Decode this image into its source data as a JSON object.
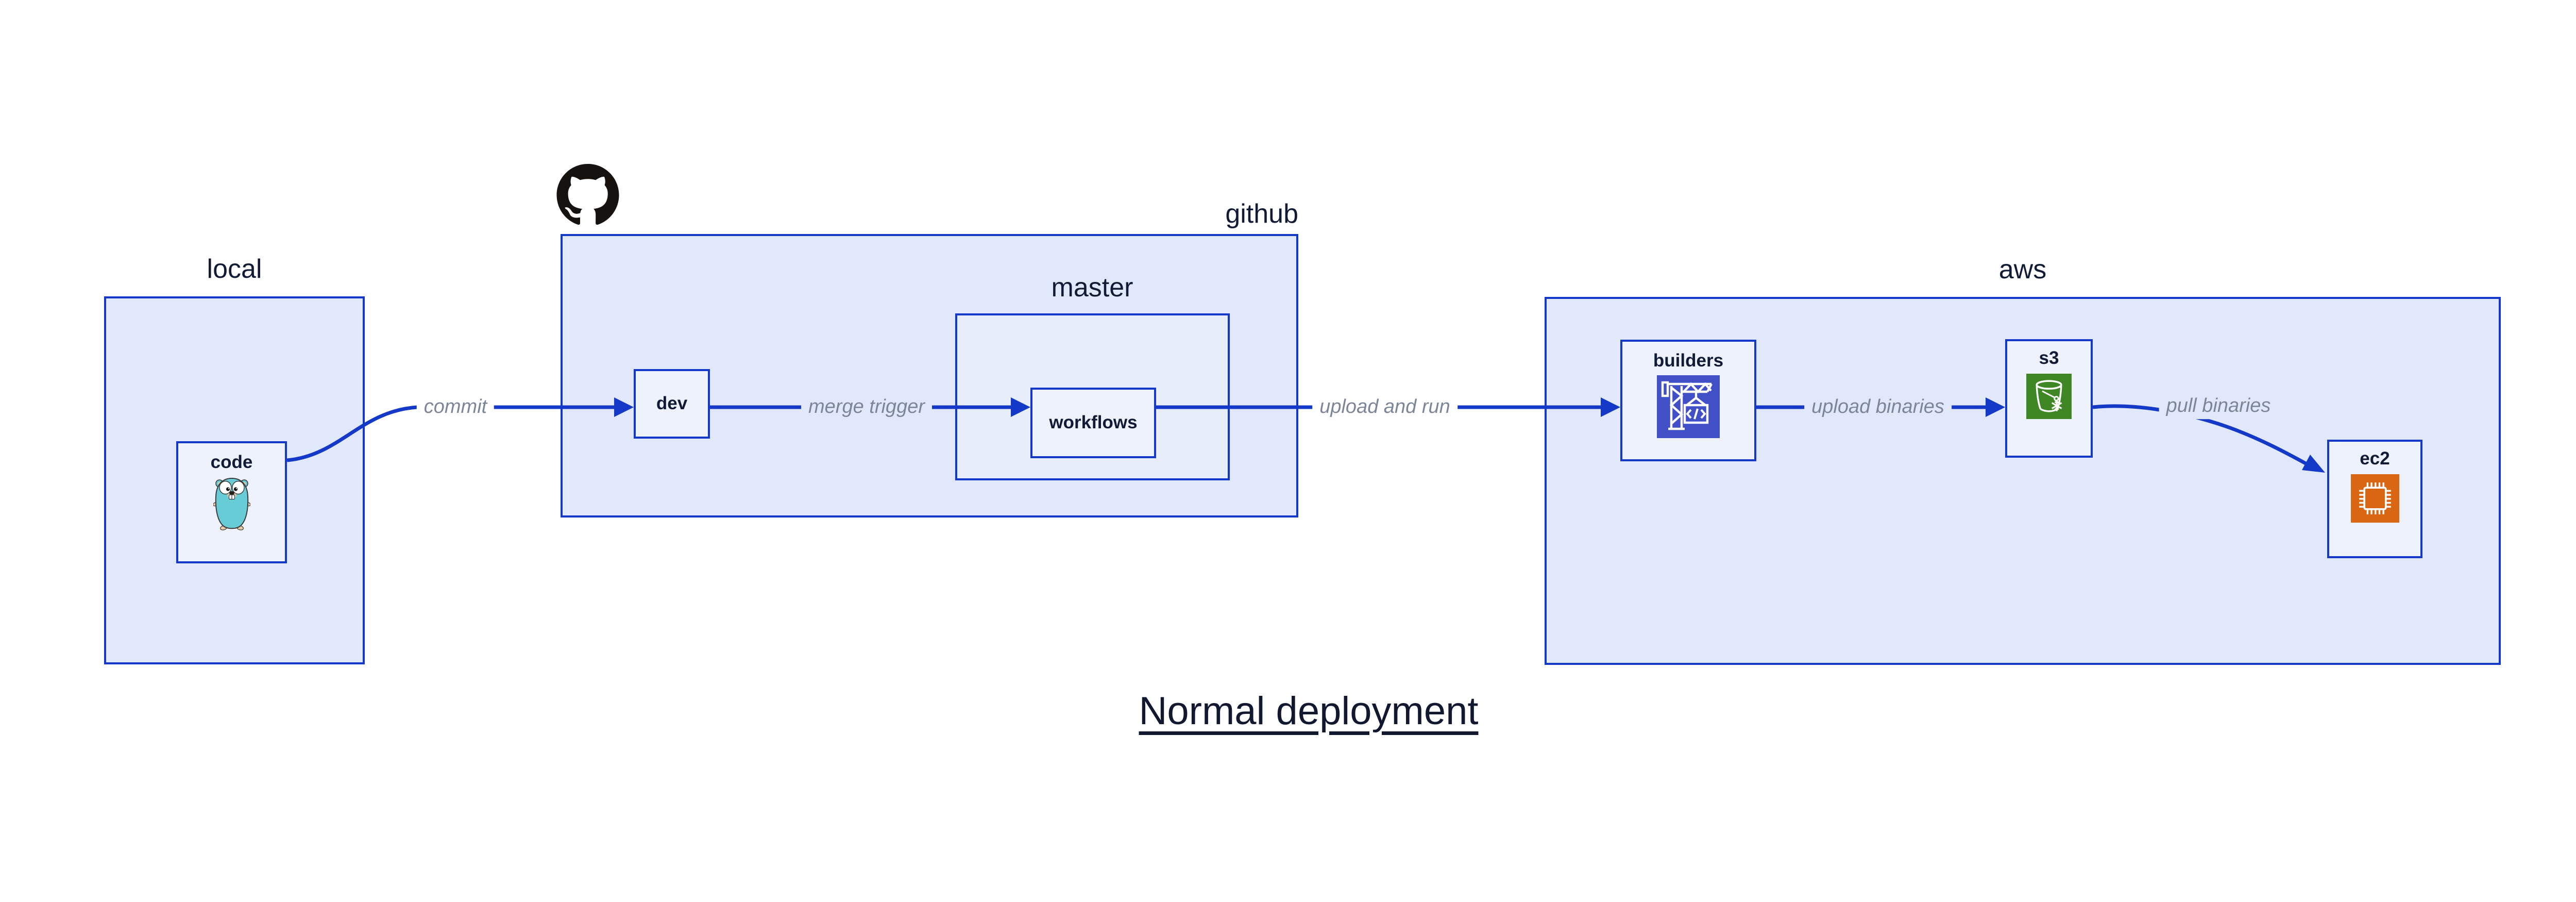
{
  "diagram_title": "Normal deployment",
  "groups": {
    "local": {
      "label": "local"
    },
    "github": {
      "label": "github",
      "logo_icon": "github-octocat-icon"
    },
    "master": {
      "label": "master"
    },
    "aws": {
      "label": "aws"
    }
  },
  "nodes": {
    "code": {
      "label": "code",
      "icon": "go-gopher-icon"
    },
    "dev": {
      "label": "dev"
    },
    "workflows": {
      "label": "workflows"
    },
    "builders": {
      "label": "builders",
      "icon": "codebuild-crane-icon"
    },
    "s3": {
      "label": "s3",
      "icon": "s3-bucket-icon"
    },
    "ec2": {
      "label": "ec2",
      "icon": "ec2-chip-icon"
    }
  },
  "edges": [
    {
      "from": "code",
      "to": "dev",
      "label": "commit"
    },
    {
      "from": "dev",
      "to": "workflows",
      "label": "merge trigger"
    },
    {
      "from": "workflows",
      "to": "builders",
      "label": "upload and run"
    },
    {
      "from": "builders",
      "to": "s3",
      "label": "upload binaries"
    },
    {
      "from": "s3",
      "to": "ec2",
      "label": "pull binaries"
    }
  ],
  "colors": {
    "edge_and_border_blue": "#1439c9",
    "container_fill": "#e2e8fb",
    "master_fill": "#e8edfc",
    "node_fill": "#eef2fd",
    "dark_text": "#121b36",
    "edge_label_gray": "#7d8698",
    "codebuild_icon_bg": "#4250c8",
    "s3_icon_bg": "#3f8624",
    "ec2_icon_bg": "#d86613",
    "octocat_black": "#151210",
    "gopher_teal": "#67ccd6"
  }
}
